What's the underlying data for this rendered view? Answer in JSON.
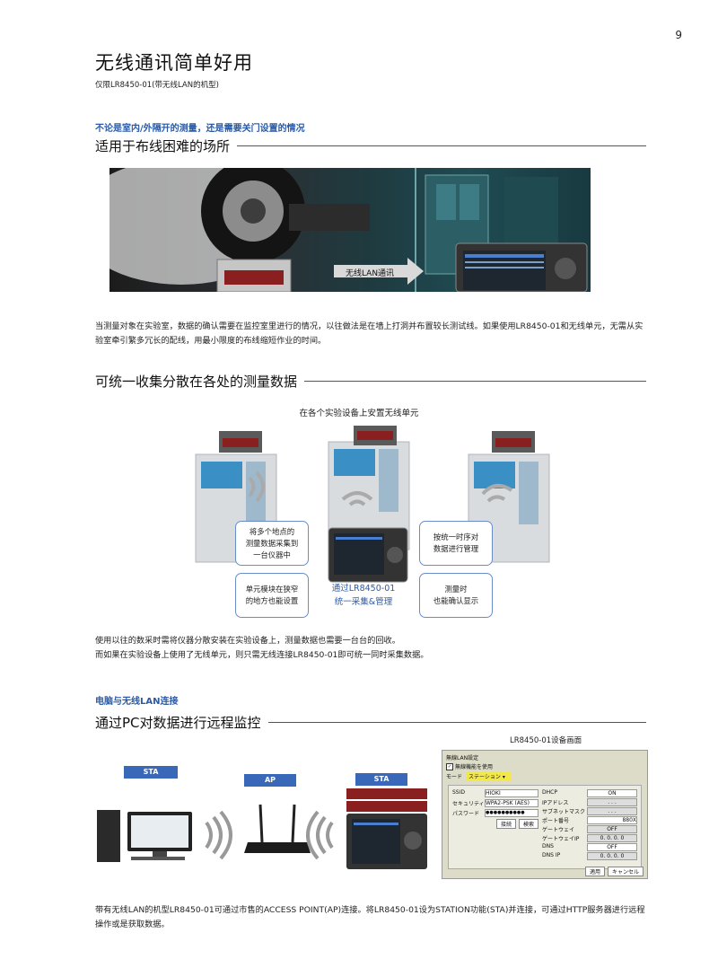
{
  "page_number": "9",
  "title": "无线通讯简单好用",
  "subtitle_note": "仅限LR8450-01(带无线LAN的机型)",
  "section1": {
    "kicker": "不论是室内/外隔开的测量，还是需要关门设置的情况",
    "heading": "适用于布线困难的场所",
    "photo_label": "无线LAN通讯",
    "body": "当测量对象在实验室，数据的确认需要在监控室里进行的情况，以往做法是在墙上打洞并布置较长测试线。如果使用LR8450-01和无线单元，无需从实验室牵引繁多冗长的配线，用最小限度的布线缩短作业的时间。"
  },
  "section2": {
    "heading": "可统一收集分散在各处的测量数据",
    "diagram_caption": "在各个实验设备上安置无线单元",
    "box_tl": [
      "将多个地点的",
      "测量数据采集到",
      "一台仪器中"
    ],
    "box_tr": [
      "按统一时序对",
      "数据进行管理"
    ],
    "box_bl": [
      "单元模块在狭窄",
      "的地方也能设置"
    ],
    "box_br": [
      "测量时",
      "也能确认显示"
    ],
    "center_label": [
      "通过LR8450-01",
      "统一采集&管理"
    ],
    "body_line1": "使用以往的数采时需将仪器分散安装在实验设备上，测量数据也需要一台台的回收。",
    "body_line2": "而如果在实验设备上使用了无线单元，则只需无线连接LR8450-01即可统一同时采集数据。"
  },
  "section3": {
    "kicker": "电脑与无线LAN连接",
    "heading": "通过PC对数据进行远程监控",
    "screen_caption": "LR8450-01设备画面",
    "tag_sta_left": "STA",
    "tag_ap": "AP",
    "tag_sta_right": "STA",
    "screen": {
      "title": "無線LAN設定",
      "checkbox_label": "無線機能を使用",
      "mode_label": "モード",
      "mode_value": "ステーション",
      "left_fields": [
        {
          "label": "SSID",
          "value": "HIOKI"
        },
        {
          "label": "セキュリティ",
          "value": "WPA2-PSK (AES)"
        },
        {
          "label": "パスワード",
          "value": "●●●●●●●●●●"
        }
      ],
      "btn_connect": "接続",
      "btn_search": "検索",
      "right_fields": [
        {
          "label": "DHCP",
          "value": "ON"
        },
        {
          "label": "IPアドレス",
          "value": ". . ."
        },
        {
          "label": "サブネットマスク",
          "value": ". . ."
        },
        {
          "label": "ポート番号",
          "value": "880X"
        },
        {
          "label": "ゲートウェイ",
          "value": "OFF"
        },
        {
          "label": "ゲートウェイIP",
          "value": "0. 0. 0. 0"
        },
        {
          "label": "DNS",
          "value": "OFF"
        },
        {
          "label": "DNS IP",
          "value": "0. 0. 0. 0"
        }
      ],
      "btn_apply": "適用",
      "btn_cancel": "キャンセル"
    },
    "body": "带有无线LAN的机型LR8450-01可通过市售的ACCESS POINT(AP)连接。将LR8450-01设为STATION功能(STA)并连接，可通过HTTP服务器进行远程操作或是获取数据。"
  },
  "colors": {
    "accent": "#2a5aa8",
    "box_border": "#6a8dc8",
    "tag_bg": "#3a68b8"
  }
}
